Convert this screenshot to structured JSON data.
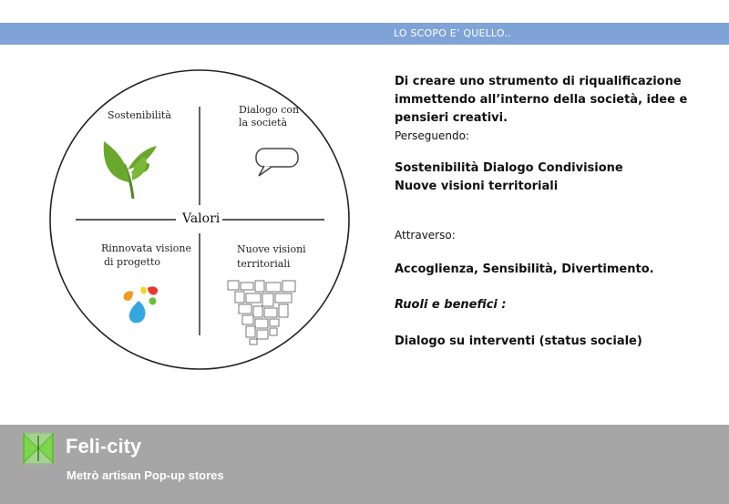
{
  "header": {
    "title": "LO SCOPO E’ QUELLO.."
  },
  "diagram": {
    "center": "Valori",
    "quadrants": {
      "top_left": "Sostenibilità",
      "top_right_line1": "Dialogo con",
      "top_right_line2": "la società",
      "bottom_left_line1": "Rinnovata visione",
      "bottom_left_line2": "di progetto",
      "bottom_right_line1": "Nuove visioni",
      "bottom_right_line2": "territoriali"
    },
    "icons": [
      "plant-icon",
      "speech-bubble-icon",
      "paint-drops-icon",
      "map-icon"
    ]
  },
  "content": {
    "intro_line1": "Di creare uno strumento di riqualificazione",
    "intro_line2": "immettendo all’interno della società, idee e",
    "intro_line3": "pensieri creativi.",
    "perseguendo_label": "Perseguendo:",
    "values_line1": "Sostenibilità Dialogo Condivisione",
    "values_line2": "Nuove visioni territoriali",
    "attraverso_label": "Attraverso:",
    "attraverso_values": "Accoglienza, Sensibilità, Divertimento.",
    "ruoli_label": "Ruoli e benefici :",
    "dialogo": "Dialogo su interventi  (status sociale)"
  },
  "footer": {
    "brand": "Feli-city",
    "subtitle": "Metrò artisan Pop-up stores"
  },
  "colors": {
    "header_bar": "#7fa3d6",
    "footer_bar": "#a6a6a6",
    "leaf": "#6aa82d",
    "logo": "#7cd64a"
  }
}
